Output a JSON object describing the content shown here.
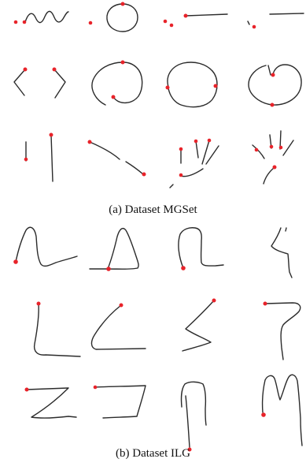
{
  "figure": {
    "subfigures": [
      {
        "label": "(a)",
        "caption": "Dataset MGSet",
        "rows": 3,
        "columns": 4
      },
      {
        "label": "(b)",
        "caption": "Dataset ILG",
        "rows": 3,
        "columns": 4
      }
    ],
    "colors": {
      "stroke": "#2b2b2b",
      "start_point": "#e8232a",
      "background": "#ffffff"
    }
  }
}
